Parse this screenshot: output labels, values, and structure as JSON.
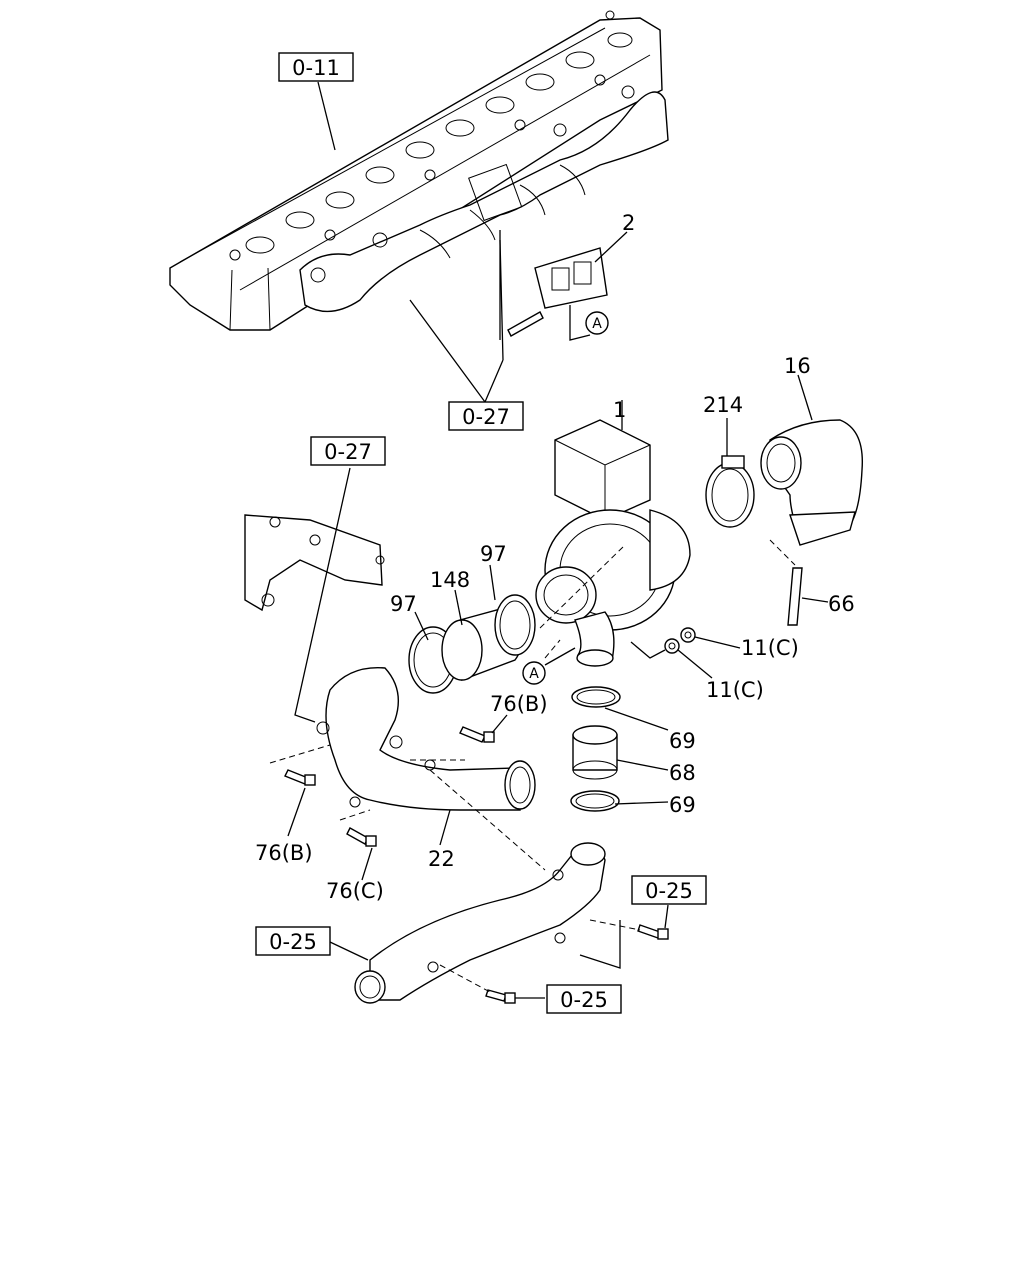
{
  "callouts": {
    "ref_0_11": "0-11",
    "ref_0_27_top": "0-27",
    "ref_0_27_bracket": "0-27",
    "ref_0_25_right": "0-25",
    "ref_0_25_left": "0-25",
    "ref_0_25_bottom": "0-25",
    "p2": "2",
    "p1": "1",
    "p214": "214",
    "p16": "16",
    "p97_right": "97",
    "p148": "148",
    "p97_left": "97",
    "p66": "66",
    "p11c_upper": "11(C)",
    "p11c_lower": "11(C)",
    "p76b_upper": "76(B)",
    "p69_upper": "69",
    "p68": "68",
    "p69_lower": "69",
    "p76b_lower": "76(B)",
    "p22": "22",
    "p76c": "76(C)",
    "marker_a_upper": "A",
    "marker_a_lower": "A"
  }
}
